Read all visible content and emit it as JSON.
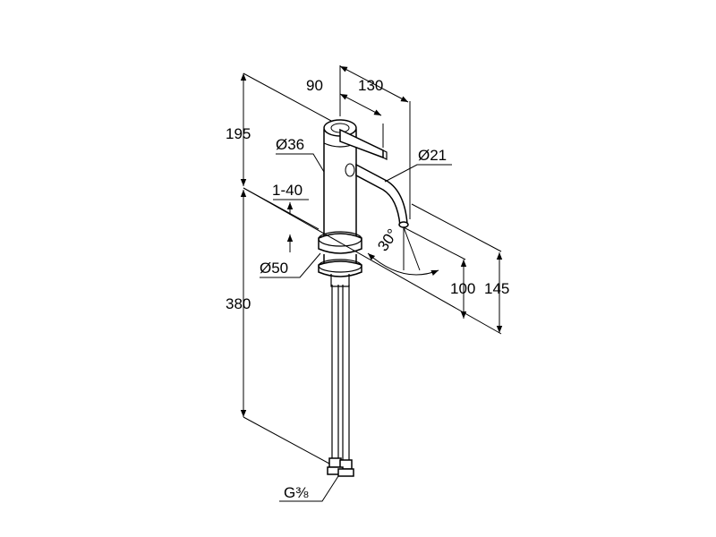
{
  "dimensions": {
    "height_total": "195",
    "height_base": "380",
    "lever_length": "90",
    "spout_reach": "130",
    "body_diameter": "Ø36",
    "spout_diameter": "Ø21",
    "base_diameter": "Ø50",
    "counter_thickness": "1-40",
    "spout_angle": "30°",
    "spout_height": "100",
    "outlet_height": "145",
    "connection_thread": "G⅜"
  }
}
